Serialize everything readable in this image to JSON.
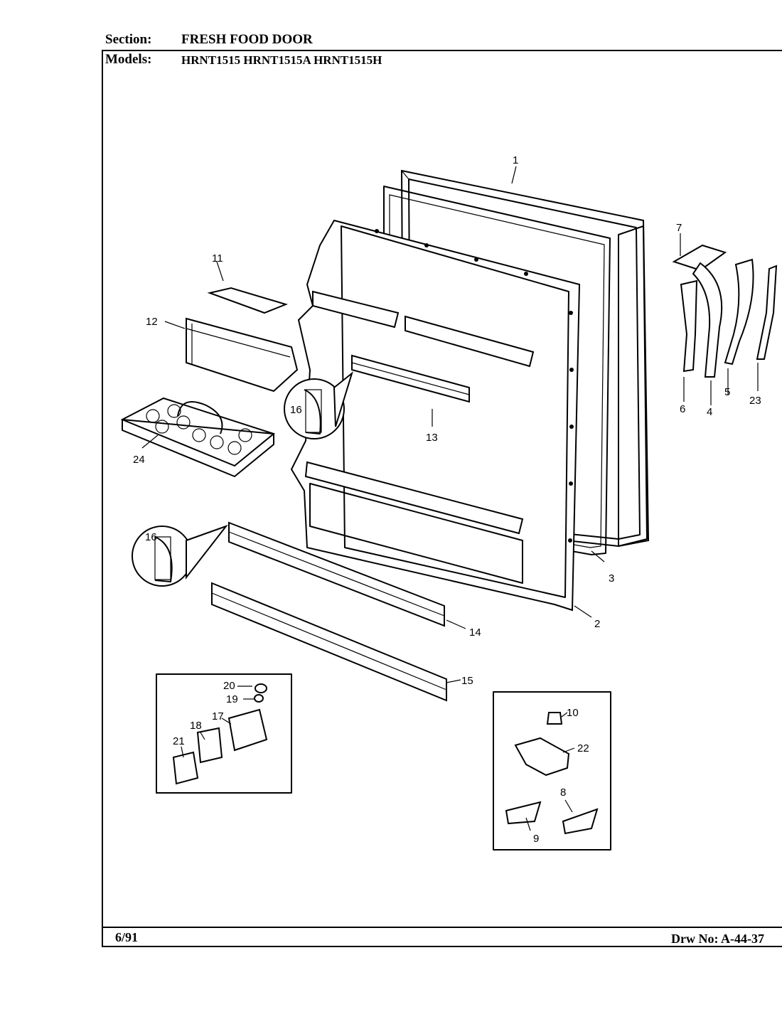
{
  "header": {
    "section_label": "Section:",
    "section_value": "FRESH FOOD DOOR",
    "models_label": "Models:",
    "models_value": "HRNT1515  HRNT1515A  HRNT1515H"
  },
  "footer": {
    "date": "6/91",
    "drawing_number": "Drw No: A-44-37"
  },
  "callouts": {
    "p1": "1",
    "p2": "2",
    "p3": "3",
    "p4": "4",
    "p5": "5",
    "p6": "6",
    "p7": "7",
    "p8": "8",
    "p9": "9",
    "p10": "10",
    "p11": "11",
    "p12": "12",
    "p13": "13",
    "p14": "14",
    "p15": "15",
    "p16a": "16",
    "p16b": "16",
    "p17": "17",
    "p18": "18",
    "p19": "19",
    "p20": "20",
    "p21": "21",
    "p22": "22",
    "p23": "23",
    "p24": "24"
  }
}
